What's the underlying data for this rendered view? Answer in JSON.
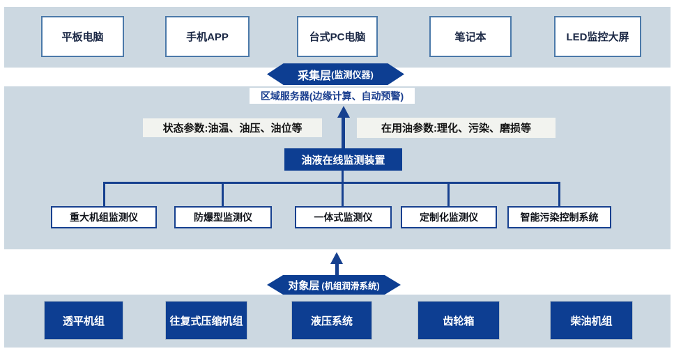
{
  "colors": {
    "band_blue": "#ccd8e1",
    "navy": "#0d3e92",
    "connector_blue": "#16408f",
    "light_box_border": "#4b79a9",
    "label_bg": "#f2f3ef"
  },
  "top_devices": [
    {
      "label": "平板电脑"
    },
    {
      "label": "手机APP"
    },
    {
      "label": "台式PC电脑"
    },
    {
      "label": "笔记本"
    },
    {
      "label": "LED监控大屏"
    }
  ],
  "collection_layer": {
    "title": "采集层",
    "subtitle": "(监测仪器)"
  },
  "server_box": {
    "label": "区域服务器(边缘计算、自动预警)"
  },
  "param_labels": {
    "left": "状态参数:油温、油压、油位等",
    "right": "在用油参数:理化、污染、磨损等"
  },
  "device_box": {
    "label": "油液在线监测装置"
  },
  "monitors": [
    {
      "label": "重大机组监测仪"
    },
    {
      "label": "防爆型监测仪"
    },
    {
      "label": "一体式监测仪"
    },
    {
      "label": "定制化监测仪"
    },
    {
      "label": "智能污染控制系统"
    }
  ],
  "object_layer": {
    "title": "对象层",
    "subtitle": "(机组润滑系统)"
  },
  "equipment": [
    {
      "label": "透平机组"
    },
    {
      "label": "往复式压缩机组"
    },
    {
      "label": "液压系统"
    },
    {
      "label": "齿轮箱"
    },
    {
      "label": "柴油机组"
    }
  ]
}
